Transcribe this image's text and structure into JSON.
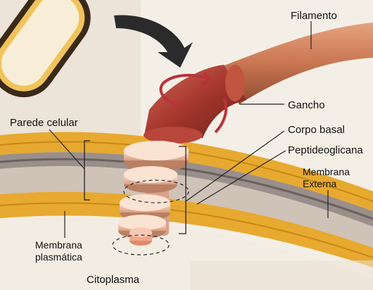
{
  "diagram": {
    "labels": {
      "filamento": "Filamento",
      "gancho": "Gancho",
      "parede_celular": "Parede celular",
      "corpo_basal": "Corpo basal",
      "peptideoglicana": "Peptideoglicana",
      "membrana_externa_l1": "Membrana",
      "membrana_externa_l2": "Externa",
      "membrana_plasmatica_l1": "Membrana",
      "membrana_plasmatica_l2": "plasmática",
      "citoplasma": "Citoplasma"
    },
    "colors": {
      "membrane_yellow": "#e7a92f",
      "peptidoglycan_gray": "#9a8f8b",
      "hook_red": "#a5372e",
      "filament_rust": "#c97651",
      "ring_pink": "#f1cbb3",
      "rotation_arrow": "#b8323b",
      "cytoplasm": "#f3ece2"
    }
  }
}
